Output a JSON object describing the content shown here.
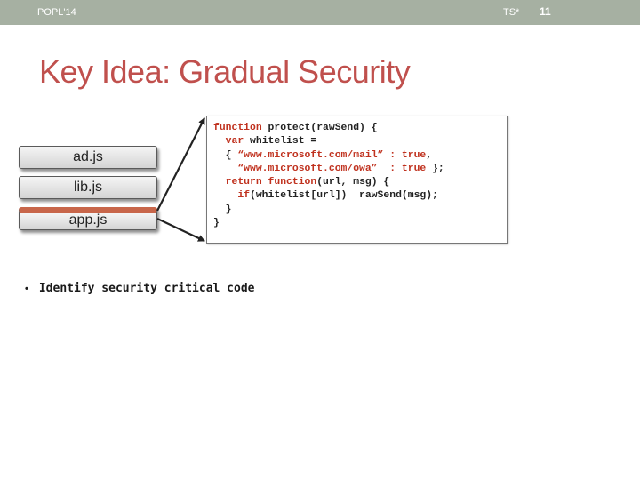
{
  "header": {
    "left_text": "POPL'14",
    "right_text": "TS*",
    "page_number": "11"
  },
  "title": "Key Idea: Gradual Security",
  "files": [
    {
      "label": "ad.js"
    },
    {
      "label": "lib.js"
    },
    {
      "label": "app.js"
    }
  ],
  "code": {
    "l1_kw": "function",
    "l1_rest": " protect(rawSend) {",
    "l2_ind": "  ",
    "l2_kw": "var",
    "l2_rest": " whitelist =",
    "l3_pre": "  { ",
    "l3_str": "“www.microsoft.com/mail” : true",
    "l3_post": ",",
    "l4_pre": "    ",
    "l4_str": "“www.microsoft.com/owa”  : true",
    "l4_post": " };",
    "l5_ind": "  ",
    "l5_kw1": "return",
    "l5_sp": " ",
    "l5_kw2": "function",
    "l5_rest": "(url, msg) {",
    "l6_ind": "    ",
    "l6_kw": "if",
    "l6_rest": "(whitelist[url])  rawSend(msg);",
    "l7": "  }",
    "l8": "}"
  },
  "bullets": [
    {
      "marker": "•",
      "text": "Identify security critical code"
    }
  ],
  "colors": {
    "header_bg": "#a6b0a2",
    "title": "#c0504d",
    "keyword": "#c0321f",
    "app_highlight": "#c8664a"
  }
}
